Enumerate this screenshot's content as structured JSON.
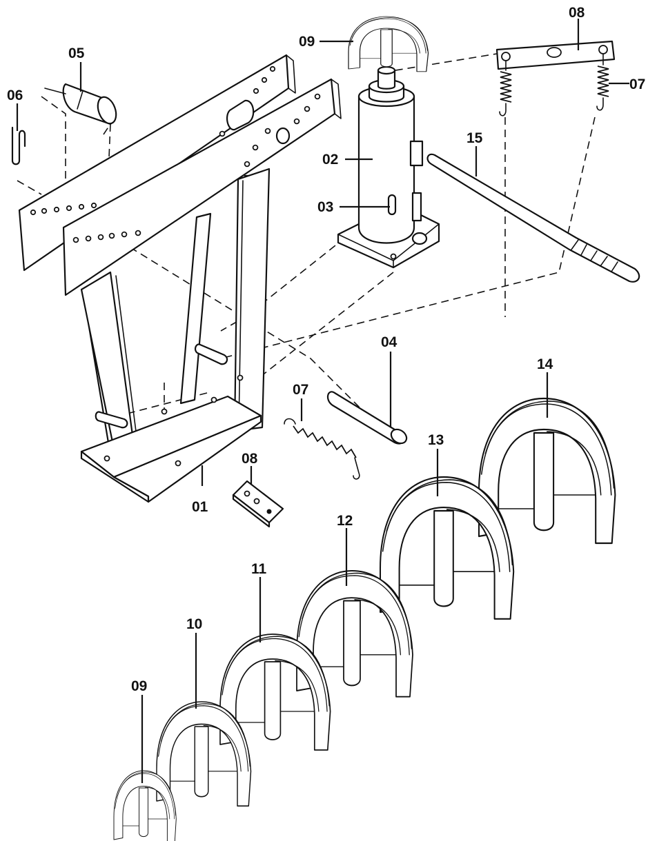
{
  "labels": {
    "p01": "01",
    "p02": "02",
    "p03": "03",
    "p04": "04",
    "p05": "05",
    "p06": "06",
    "p07_top": "07",
    "p07_mid": "07",
    "p08_top": "08",
    "p08_mid": "08",
    "p09_top": "09",
    "p09_bottom": "09",
    "p10": "10",
    "p11": "11",
    "p12": "12",
    "p13": "13",
    "p14": "14",
    "p15": "15"
  },
  "colors": {
    "ink": "#111111",
    "paper": "#ffffff"
  }
}
